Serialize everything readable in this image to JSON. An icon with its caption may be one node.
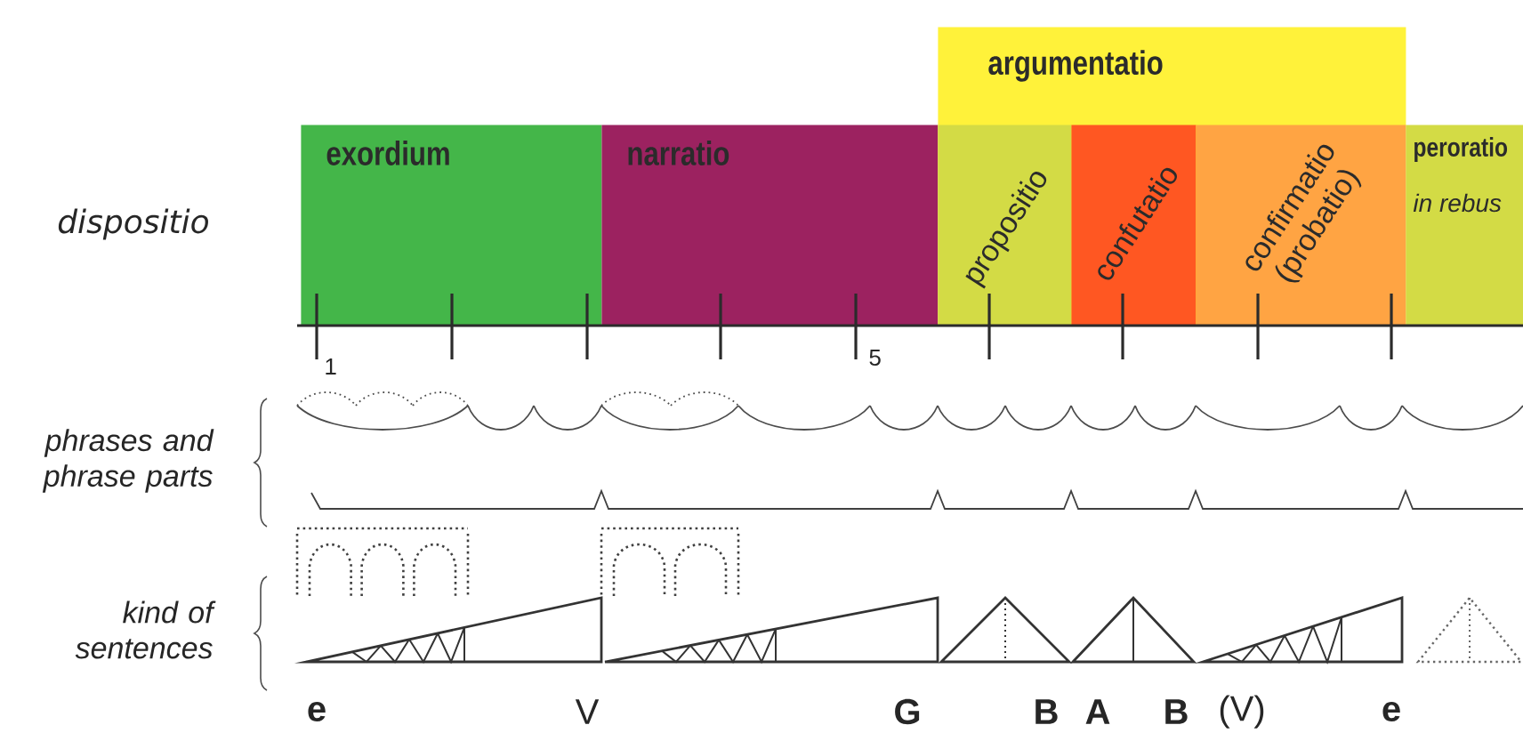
{
  "diagram": {
    "nodes": [
      {
        "text": [
          "exordium"
        ]
      },
      {
        "text": [
          "narratio"
        ]
      },
      {
        "text": [
          "argumentatio"
        ]
      },
      {
        "text": [
          "propositio"
        ],
        "in": 2
      },
      {
        "text": [
          "confutatio"
        ],
        "in": 2
      },
      {
        "text": [
          "confirmatio (probatio)"
        ],
        "in": 2
      },
      {
        "text": [
          "peroratio",
          "in rebus"
        ]
      }
    ],
    "labels": [
      "dispositio",
      "1",
      "5",
      "phrases and phrase parts",
      "kind of sentences",
      "e",
      "V",
      "G",
      "B",
      "A",
      "B",
      "(V)",
      "e"
    ]
  }
}
